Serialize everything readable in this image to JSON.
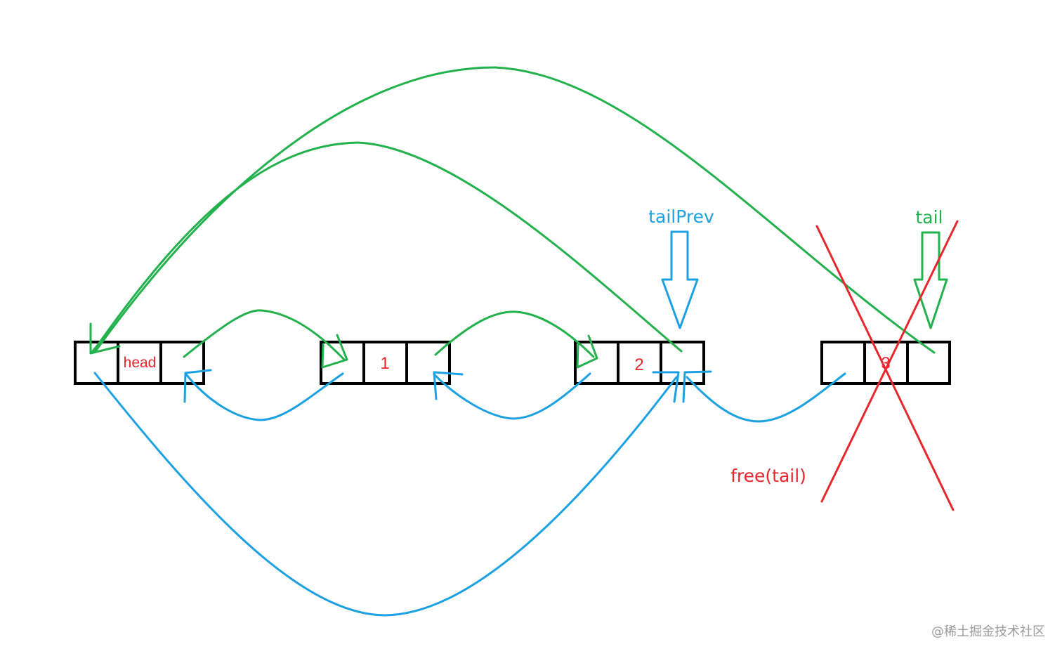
{
  "nodes": [
    {
      "id": "head",
      "label": "head"
    },
    {
      "id": "n1",
      "label": "1"
    },
    {
      "id": "n2",
      "label": "2"
    },
    {
      "id": "n3",
      "label": "3"
    }
  ],
  "labels": {
    "tail_prev": "tailPrev",
    "tail": "tail",
    "free": "free(tail)"
  },
  "watermark": "@稀土掘金技术社区",
  "colors": {
    "next_link": "#22b14c",
    "prev_link": "#1ba1e2",
    "node_text": "#e8262d",
    "deleted_mark": "#e8262d",
    "node_border": "#000000"
  }
}
